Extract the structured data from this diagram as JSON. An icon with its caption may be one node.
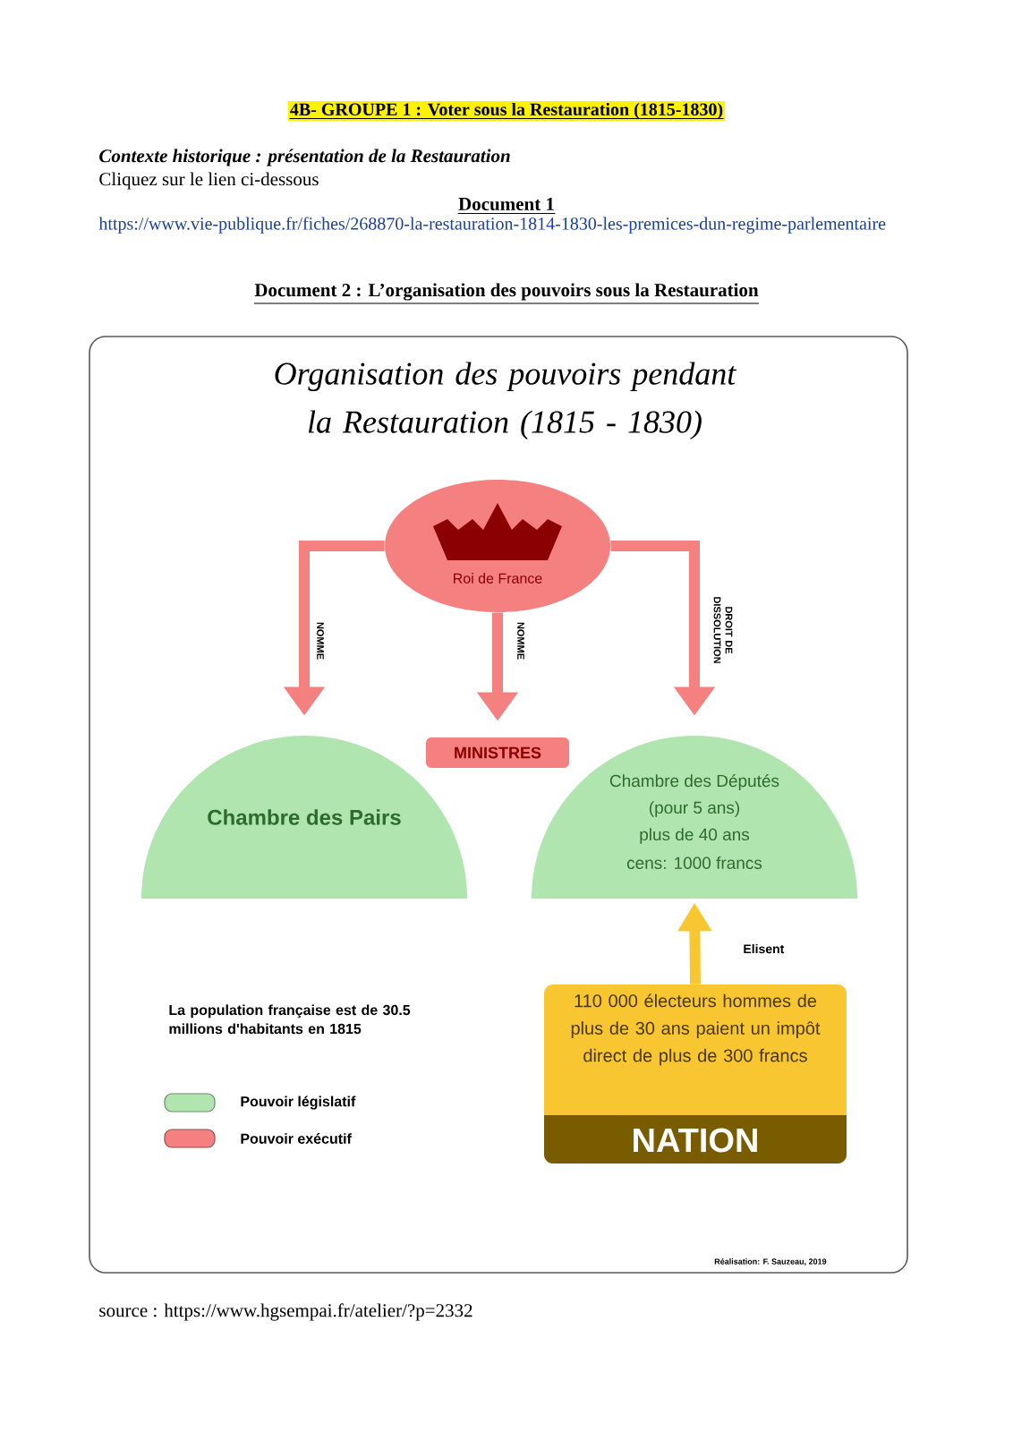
{
  "diagram": {
    "title": "4B-  GROUPE 1 : Voter sous la Restauration (1815-1830)",
    "nodes": [
      {
        "text": [
          "Organisation des pouvoirs pendant la Restauration (1815 - 1830)"
        ]
      },
      {
        "text": [
          "Roi de France"
        ],
        "in": 0
      },
      {
        "text": [
          "MINISTRES"
        ],
        "in": 0
      },
      {
        "text": [
          "Chambre des Pairs"
        ],
        "in": 0
      },
      {
        "text": [
          "Chambre des Députés",
          "(pour 5 ans)",
          "plus de 40 ans",
          "cens: 1000 francs"
        ],
        "in": 0
      },
      {
        "text": [
          "110 000 électeurs hommes de plus de 30 ans paient un impôt direct de plus de 300 francs",
          "NATION"
        ],
        "in": 0
      }
    ],
    "edges": [
      {
        "from": 1,
        "to": 3,
        "arrow": "to",
        "label": "NOMME"
      },
      {
        "from": 1,
        "to": 2,
        "arrow": "to",
        "label": "NOMME"
      },
      {
        "from": 1,
        "to": 4,
        "arrow": "to",
        "label": "DROIT DE DISSOLUTION"
      },
      {
        "from": 5,
        "to": 4,
        "arrow": "to",
        "label": "Elisent",
        "color": "#f8c630"
      }
    ],
    "labels": [
      "Contexte historique : présentation de la Restauration",
      "Cliquez sur le lien ci-dessous",
      "Document 1",
      "https://www.vie-publique.fr/fiches/268870-la-restauration-1814-1830-les-premices-dun-regime-parlementaire",
      "Document 2 : L’organisation des pouvoirs sous la Restauration",
      "La population française est de 30.5 millions d'habitants en 1815",
      "Réalisation: F. Sauzeau, 2019",
      "source : https://www.hgsempai.fr/atelier/?p=2332"
    ],
    "legend": [
      {
        "text": "Pouvoir législatif",
        "color": "#b0e5b0"
      },
      {
        "text": "Pouvoir exécutif",
        "color": "#f58080"
      }
    ]
  }
}
